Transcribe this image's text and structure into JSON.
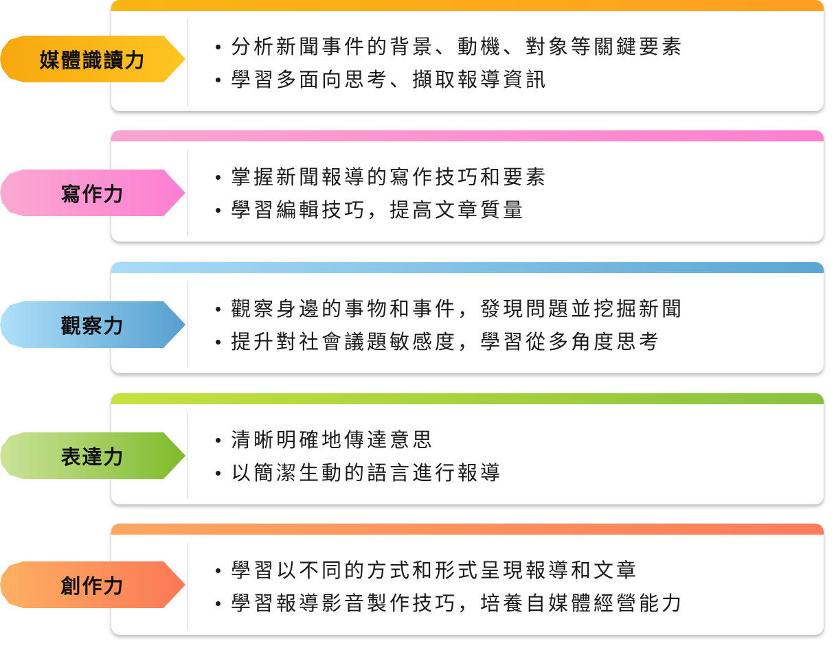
{
  "rows": [
    {
      "label": "媒體識讀力",
      "bar_colors": [
        "#f9b512",
        "#ff9f23"
      ],
      "tag_colors": [
        "#f7a80f",
        "#fec521"
      ],
      "points": [
        "分析新聞事件的背景、動機、對象等關鍵要素",
        "學習多面向思考、擷取報導資訊"
      ]
    },
    {
      "label": "寫作力",
      "bar_colors": [
        "#f8a6d0",
        "#ff7fcf"
      ],
      "tag_colors": [
        "#fba9d1",
        "#fd7ed2"
      ],
      "points": [
        "掌握新聞報導的寫作技巧和要素",
        "學習編輯技巧，提高文章質量"
      ]
    },
    {
      "label": "觀察力",
      "bar_colors": [
        "#a9dcf7",
        "#5aa6d4"
      ],
      "tag_colors": [
        "#aee0f9",
        "#569fcf"
      ],
      "points": [
        "觀察身邊的事物和事件，發現問題並挖掘新聞",
        "提升對社會議題敏感度，學習從多角度思考"
      ]
    },
    {
      "label": "表達力",
      "bar_colors": [
        "#c6e23e",
        "#89c13e"
      ],
      "tag_colors": [
        "#cbe39a",
        "#7ebb2a"
      ],
      "points": [
        "清晰明確地傳達意思",
        "以簡潔生動的語言進行報導"
      ]
    },
    {
      "label": "創作力",
      "bar_colors": [
        "#fda760",
        "#fc7b5b"
      ],
      "tag_colors": [
        "#fdb062",
        "#fc7757"
      ],
      "points": [
        "學習以不同的方式和形式呈現報導和文章",
        "學習報導影音製作技巧，培養自媒體經營能力"
      ]
    }
  ]
}
